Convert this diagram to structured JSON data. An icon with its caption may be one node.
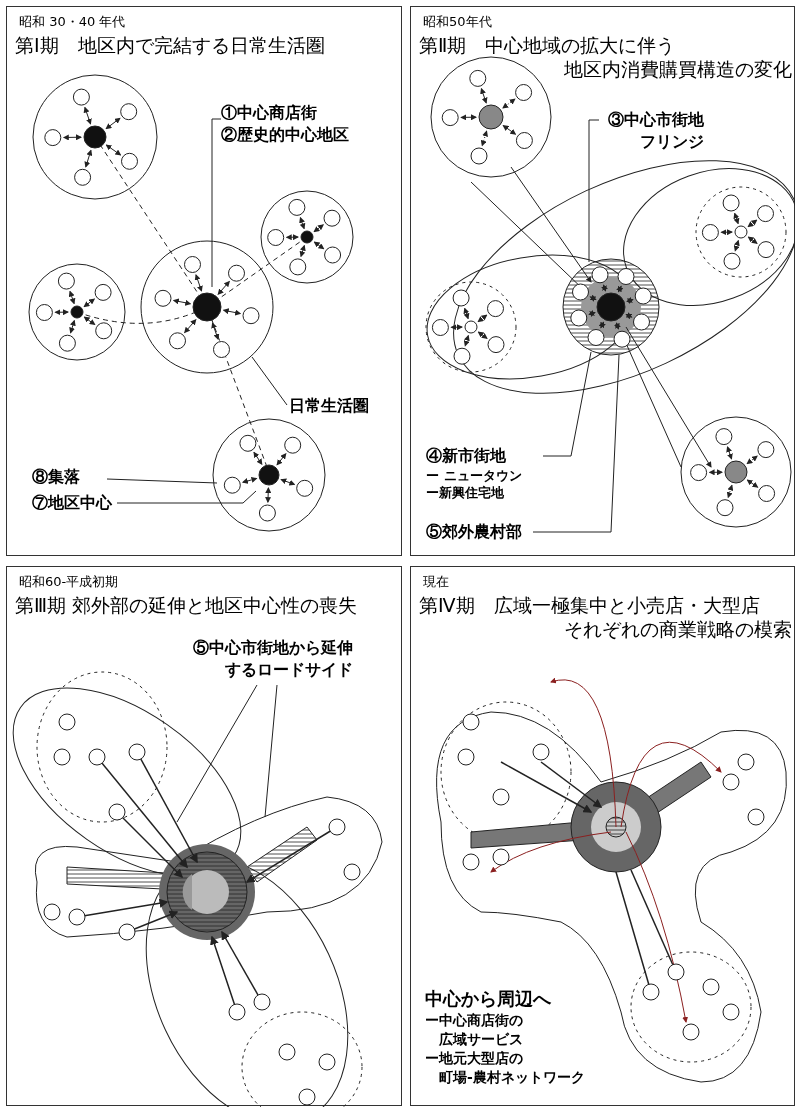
{
  "diagram": {
    "nodes": [
      {
        "text": [
          "昭和 30・40 年代",
          "第Ⅰ期　地区内で完結する日常生活圏"
        ]
      },
      {
        "text": [
          "①中心商店街",
          "②歴史的中心地区"
        ],
        "in": 0
      },
      {
        "text": [
          "日常生活圏"
        ],
        "in": 0
      },
      {
        "text": [
          "⑧集落"
        ],
        "in": 0
      },
      {
        "text": [
          "⑦地区中心"
        ],
        "in": 0
      },
      {
        "text": [
          "昭和50年代",
          "第Ⅱ期　中心地域の拡大に伴う",
          "地区内消費購買構造の変化"
        ]
      },
      {
        "text": [
          "③中心市街地フリンジ"
        ],
        "in": 5
      },
      {
        "text": [
          "④新市街地",
          "ー ニュータウン",
          "ー新興住宅地"
        ],
        "in": 5
      },
      {
        "text": [
          "⑤郊外農村部"
        ],
        "in": 5
      },
      {
        "text": [
          "昭和60-平成初期",
          "第Ⅲ期 郊外部の延伸と地区中心性の喪失"
        ]
      },
      {
        "text": [
          "⑤中心市街地から延伸するロードサイド"
        ],
        "in": 9
      },
      {
        "text": [
          "現在",
          "第Ⅳ期　広域一極集中と小売店・大型店",
          "それぞれの商業戦略の模索"
        ]
      }
    ],
    "edges": [
      {
        "from": 1,
        "to": null,
        "arrow": "none"
      },
      {
        "from": 2,
        "to": null,
        "arrow": "none"
      },
      {
        "from": 3,
        "to": null,
        "arrow": "none"
      },
      {
        "from": 4,
        "to": null,
        "arrow": "none"
      },
      {
        "from": 6,
        "to": null,
        "arrow": "none"
      },
      {
        "from": 7,
        "to": null,
        "arrow": "none"
      },
      {
        "from": 8,
        "to": null,
        "arrow": "none"
      },
      {
        "from": 10,
        "to": null,
        "arrow": "none"
      },
      {
        "from": 10,
        "to": null,
        "arrow": "none"
      }
    ],
    "labels": [
      "中心から周辺へ",
      "ー中心商店街の",
      "広域サービス",
      "ー地元大型店の",
      "町場-農村ネットワーク"
    ]
  }
}
